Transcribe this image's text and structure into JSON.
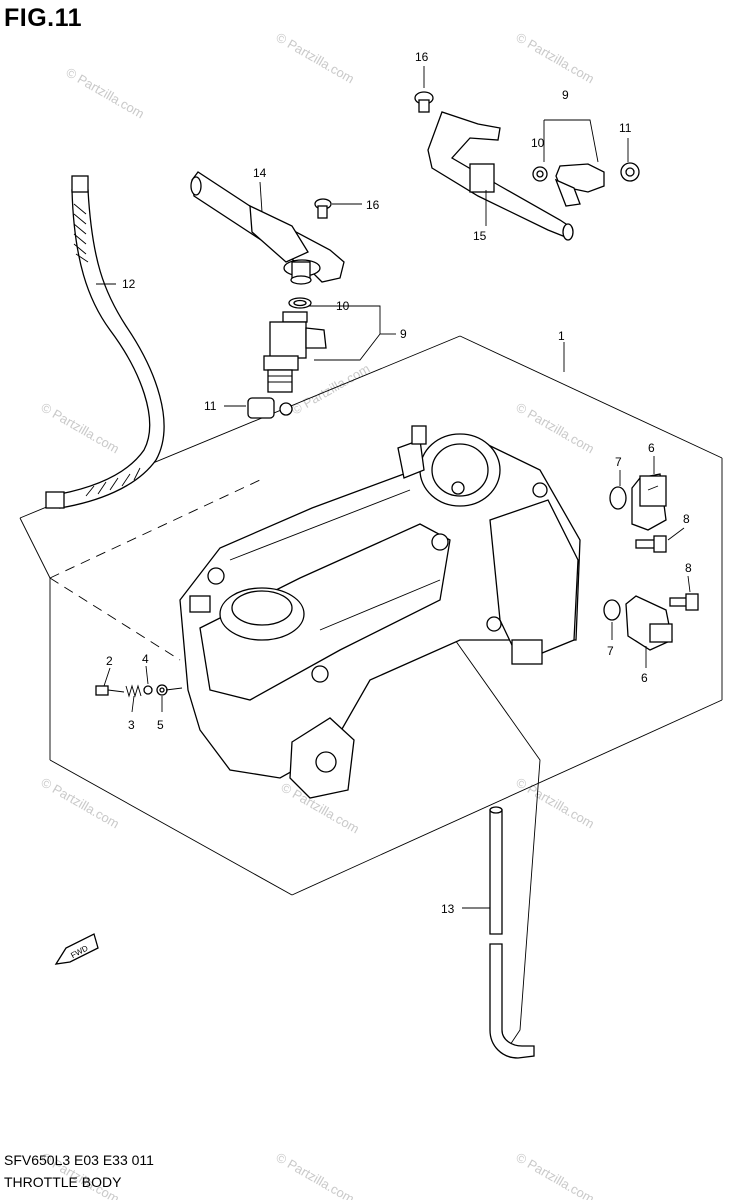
{
  "figure": {
    "title": "FIG.11"
  },
  "footer": {
    "model_code": "SFV650L3  E03  E33  011",
    "section_name": "THROTTLE BODY"
  },
  "watermark": {
    "text": "© Partzilla.com",
    "color": "#c9c9c9"
  },
  "fwd_arrow": {
    "label": "FWD"
  },
  "callouts": {
    "c1": "1",
    "c2": "2",
    "c3": "3",
    "c4": "4",
    "c5": "5",
    "c6a": "6",
    "c6b": "6",
    "c7a": "7",
    "c7b": "7",
    "c8a": "8",
    "c8b": "8",
    "c9a": "9",
    "c9b": "9",
    "c10a": "10",
    "c10b": "10",
    "c11a": "11",
    "c11b": "11",
    "c12": "12",
    "c13": "13",
    "c14": "14",
    "c15": "15",
    "c16a": "16",
    "c16b": "16"
  }
}
